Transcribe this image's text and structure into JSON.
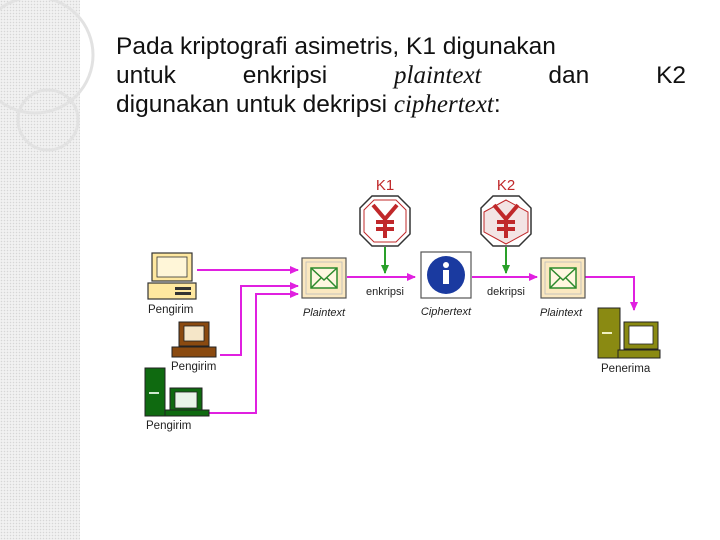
{
  "slide": {
    "heading": {
      "line1": "Pada kriptografi asimetris, K1 digunakan",
      "line2_a": "untuk",
      "line2_b": "enkripsi",
      "line2_c": "plaintext",
      "line2_d": "dan",
      "line2_e": "K2",
      "line3_a": "digunakan untuk dekripsi ",
      "line3_b": "ciphertext",
      "line3_c": ":"
    }
  },
  "diagram": {
    "key1_label": "K1",
    "key2_label": "K2",
    "sender1_label": "Pengirim",
    "sender2_label": "Pengirim",
    "sender3_label": "Pengirim",
    "receiver_label": "Penerima",
    "plaintext_in_label": "Plaintext",
    "plaintext_out_label": "Plaintext",
    "ciphertext_label": "Ciphertext",
    "encrypt_label": "enkripsi",
    "decrypt_label": "dekripsi",
    "colors": {
      "arrow": "#e020e0",
      "key_arrow": "#2aa02a",
      "key_red": "#c0282a",
      "sender_yellow": "#ffe8a0",
      "sender_brown": "#8a4a10",
      "sender_green": "#0f6a10",
      "receiver_olive": "#8a8a12",
      "envelope_bg": "#fbe8c0",
      "envelope_mark": "#2c8a2c",
      "info_blue": "#1a3aa0"
    }
  }
}
